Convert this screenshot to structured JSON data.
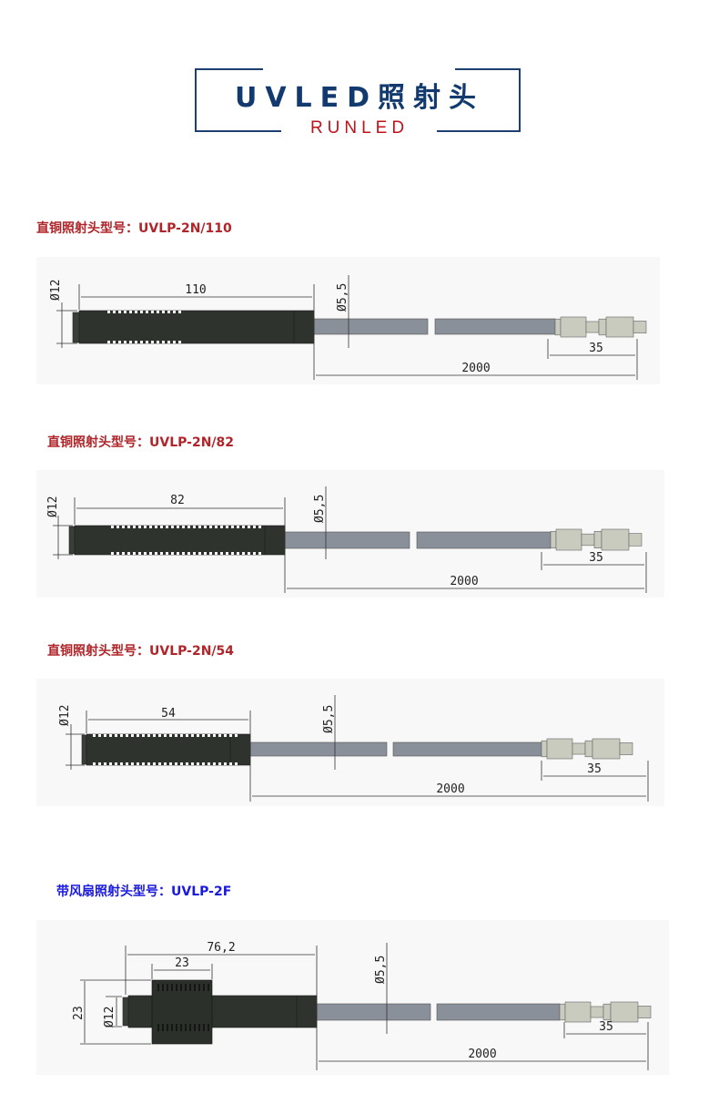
{
  "header": {
    "title": "UVLED照射头",
    "subtitle": "RUNLED"
  },
  "colors": {
    "navy": "#123a6e",
    "red": "#c0121c",
    "model_red": "#b0252a",
    "model_blue": "#1a1adf",
    "probe_body": "#2f332e",
    "cable": "#8a9099",
    "connector": "#c9cbbf"
  },
  "products": [
    {
      "model_label": "直铜照射头型号：UVLP-2N/110",
      "dims": {
        "diameter": "Ø12",
        "length": "110",
        "cable_diameter": "Ø5,5",
        "connector": "35",
        "cable_length": "2000"
      }
    },
    {
      "model_label": "直铜照射头型号：UVLP-2N/82",
      "dims": {
        "diameter": "Ø12",
        "length": "82",
        "cable_diameter": "Ø5,5",
        "connector": "35",
        "cable_length": "2000"
      }
    },
    {
      "model_label": "直铜照射头型号：UVLP-2N/54",
      "dims": {
        "diameter": "Ø12",
        "length": "54",
        "cable_diameter": "Ø5,5",
        "connector": "35",
        "cable_length": "2000"
      }
    },
    {
      "model_label": "带风扇照射头型号：UVLP-2F",
      "dims": {
        "diameter": "Ø12",
        "length": "76,2",
        "fan_length": "23",
        "fan_height": "23",
        "cable_diameter": "Ø5,5",
        "connector": "35",
        "cable_length": "2000"
      }
    }
  ]
}
